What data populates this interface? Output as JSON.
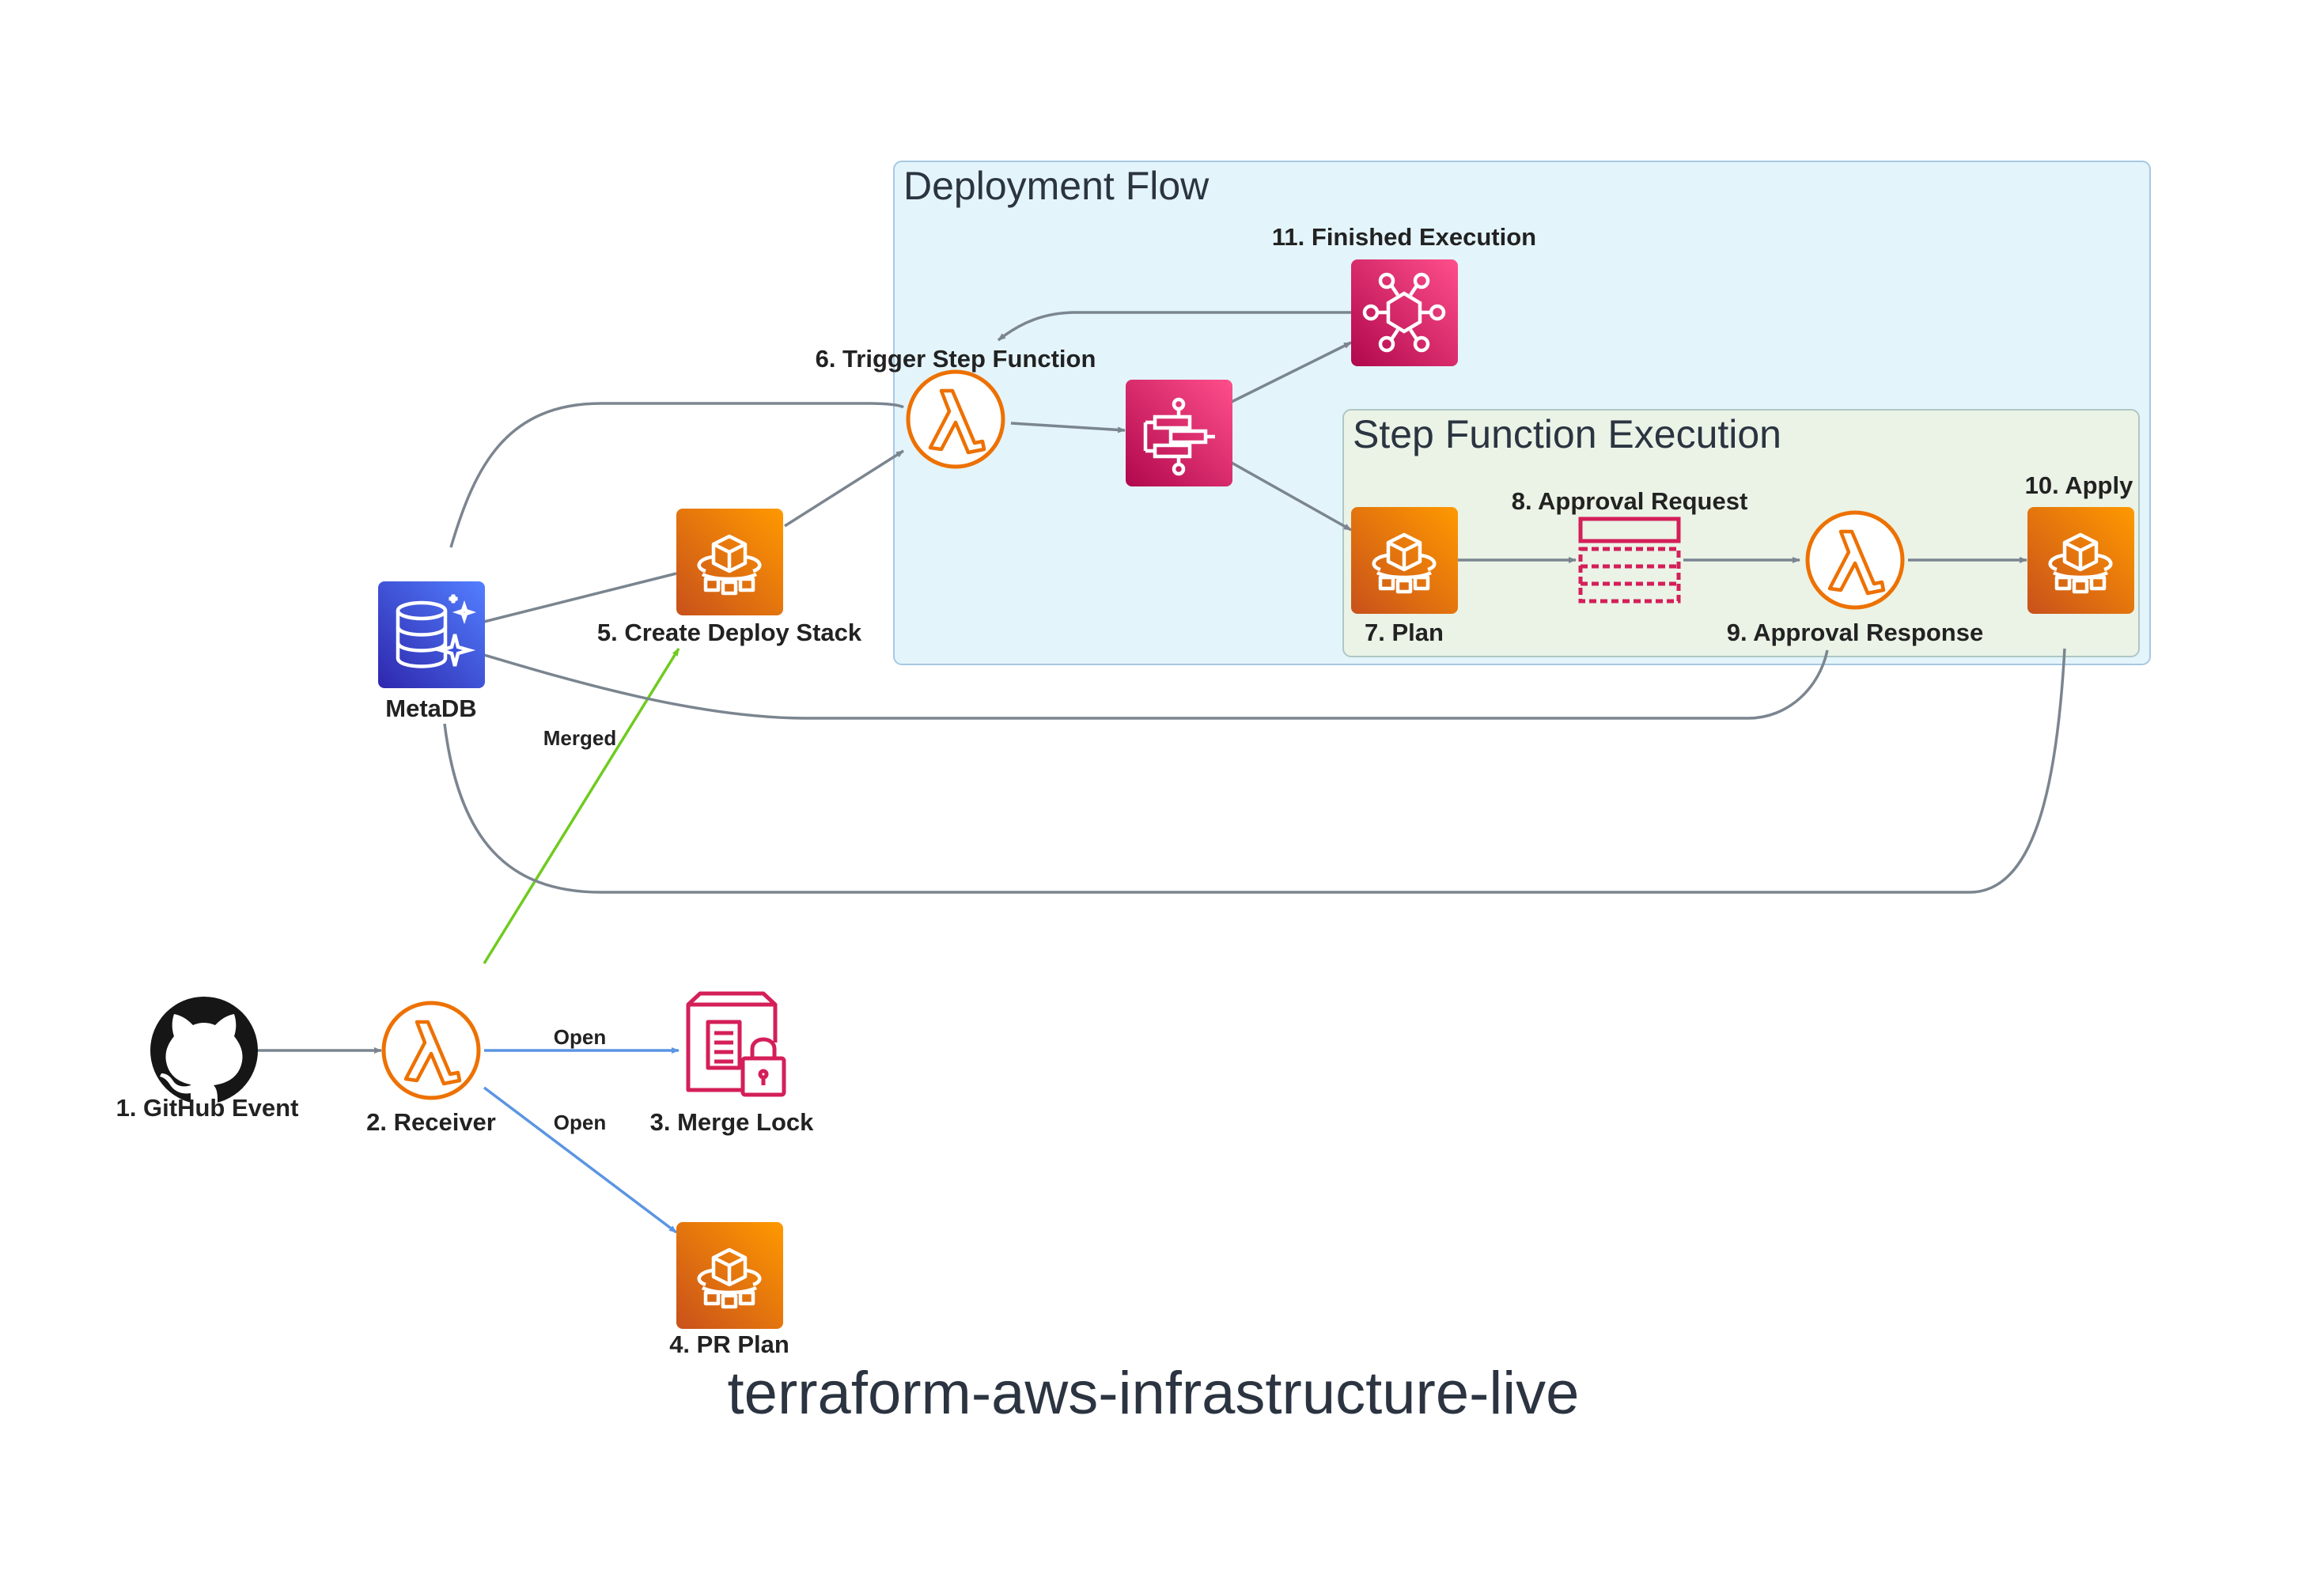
{
  "graph_title": "terraform-aws-infrastructure-live",
  "clusters": {
    "deployment_flow": "Deployment Flow",
    "step_function_execution": "Step Function Execution"
  },
  "nodes": {
    "github_event": "1. GitHub Event",
    "receiver": "2. Receiver",
    "merge_lock": "3. Merge Lock",
    "pr_plan": "4. PR Plan",
    "create_deploy_stack": "5. Create Deploy Stack",
    "trigger_step_function": "6. Trigger Step Function",
    "plan": "7. Plan",
    "approval_request": "8. Approval Request",
    "approval_response": "9. Approval Response",
    "apply": "10. Apply",
    "finished_execution": "11. Finished Execution",
    "metadb": "MetaDB"
  },
  "edge_labels": {
    "merged": "Merged",
    "open_merge_lock": "Open",
    "open_pr_plan": "Open"
  },
  "icons": {
    "github_event": "github-icon",
    "receiver": "lambda-icon",
    "merge_lock": "locked-storage-icon",
    "pr_plan": "fargate-task-icon",
    "create_deploy_stack": "fargate-task-icon",
    "trigger_step_function": "lambda-icon",
    "step_function": "step-functions-icon",
    "finished_execution": "eventbridge-icon",
    "plan": "fargate-task-icon",
    "approval_request": "sqs-queue-icon",
    "approval_response": "lambda-icon",
    "apply": "fargate-task-icon",
    "metadb": "database-icon"
  },
  "colors": {
    "deployment_flow_fill": "#e3f4fb",
    "deployment_flow_border": "#a7c8e2",
    "step_function_fill": "#eaf3e6",
    "step_function_border": "#aec8c4",
    "edge_default": "#7b8590",
    "edge_merged": "#6fcb1e",
    "edge_open": "#5b95e3",
    "compute_orange": "#ed7100",
    "app_integration_pink": "#d41f59",
    "database_blue": "#3c4fe0",
    "github_black": "#161616"
  }
}
